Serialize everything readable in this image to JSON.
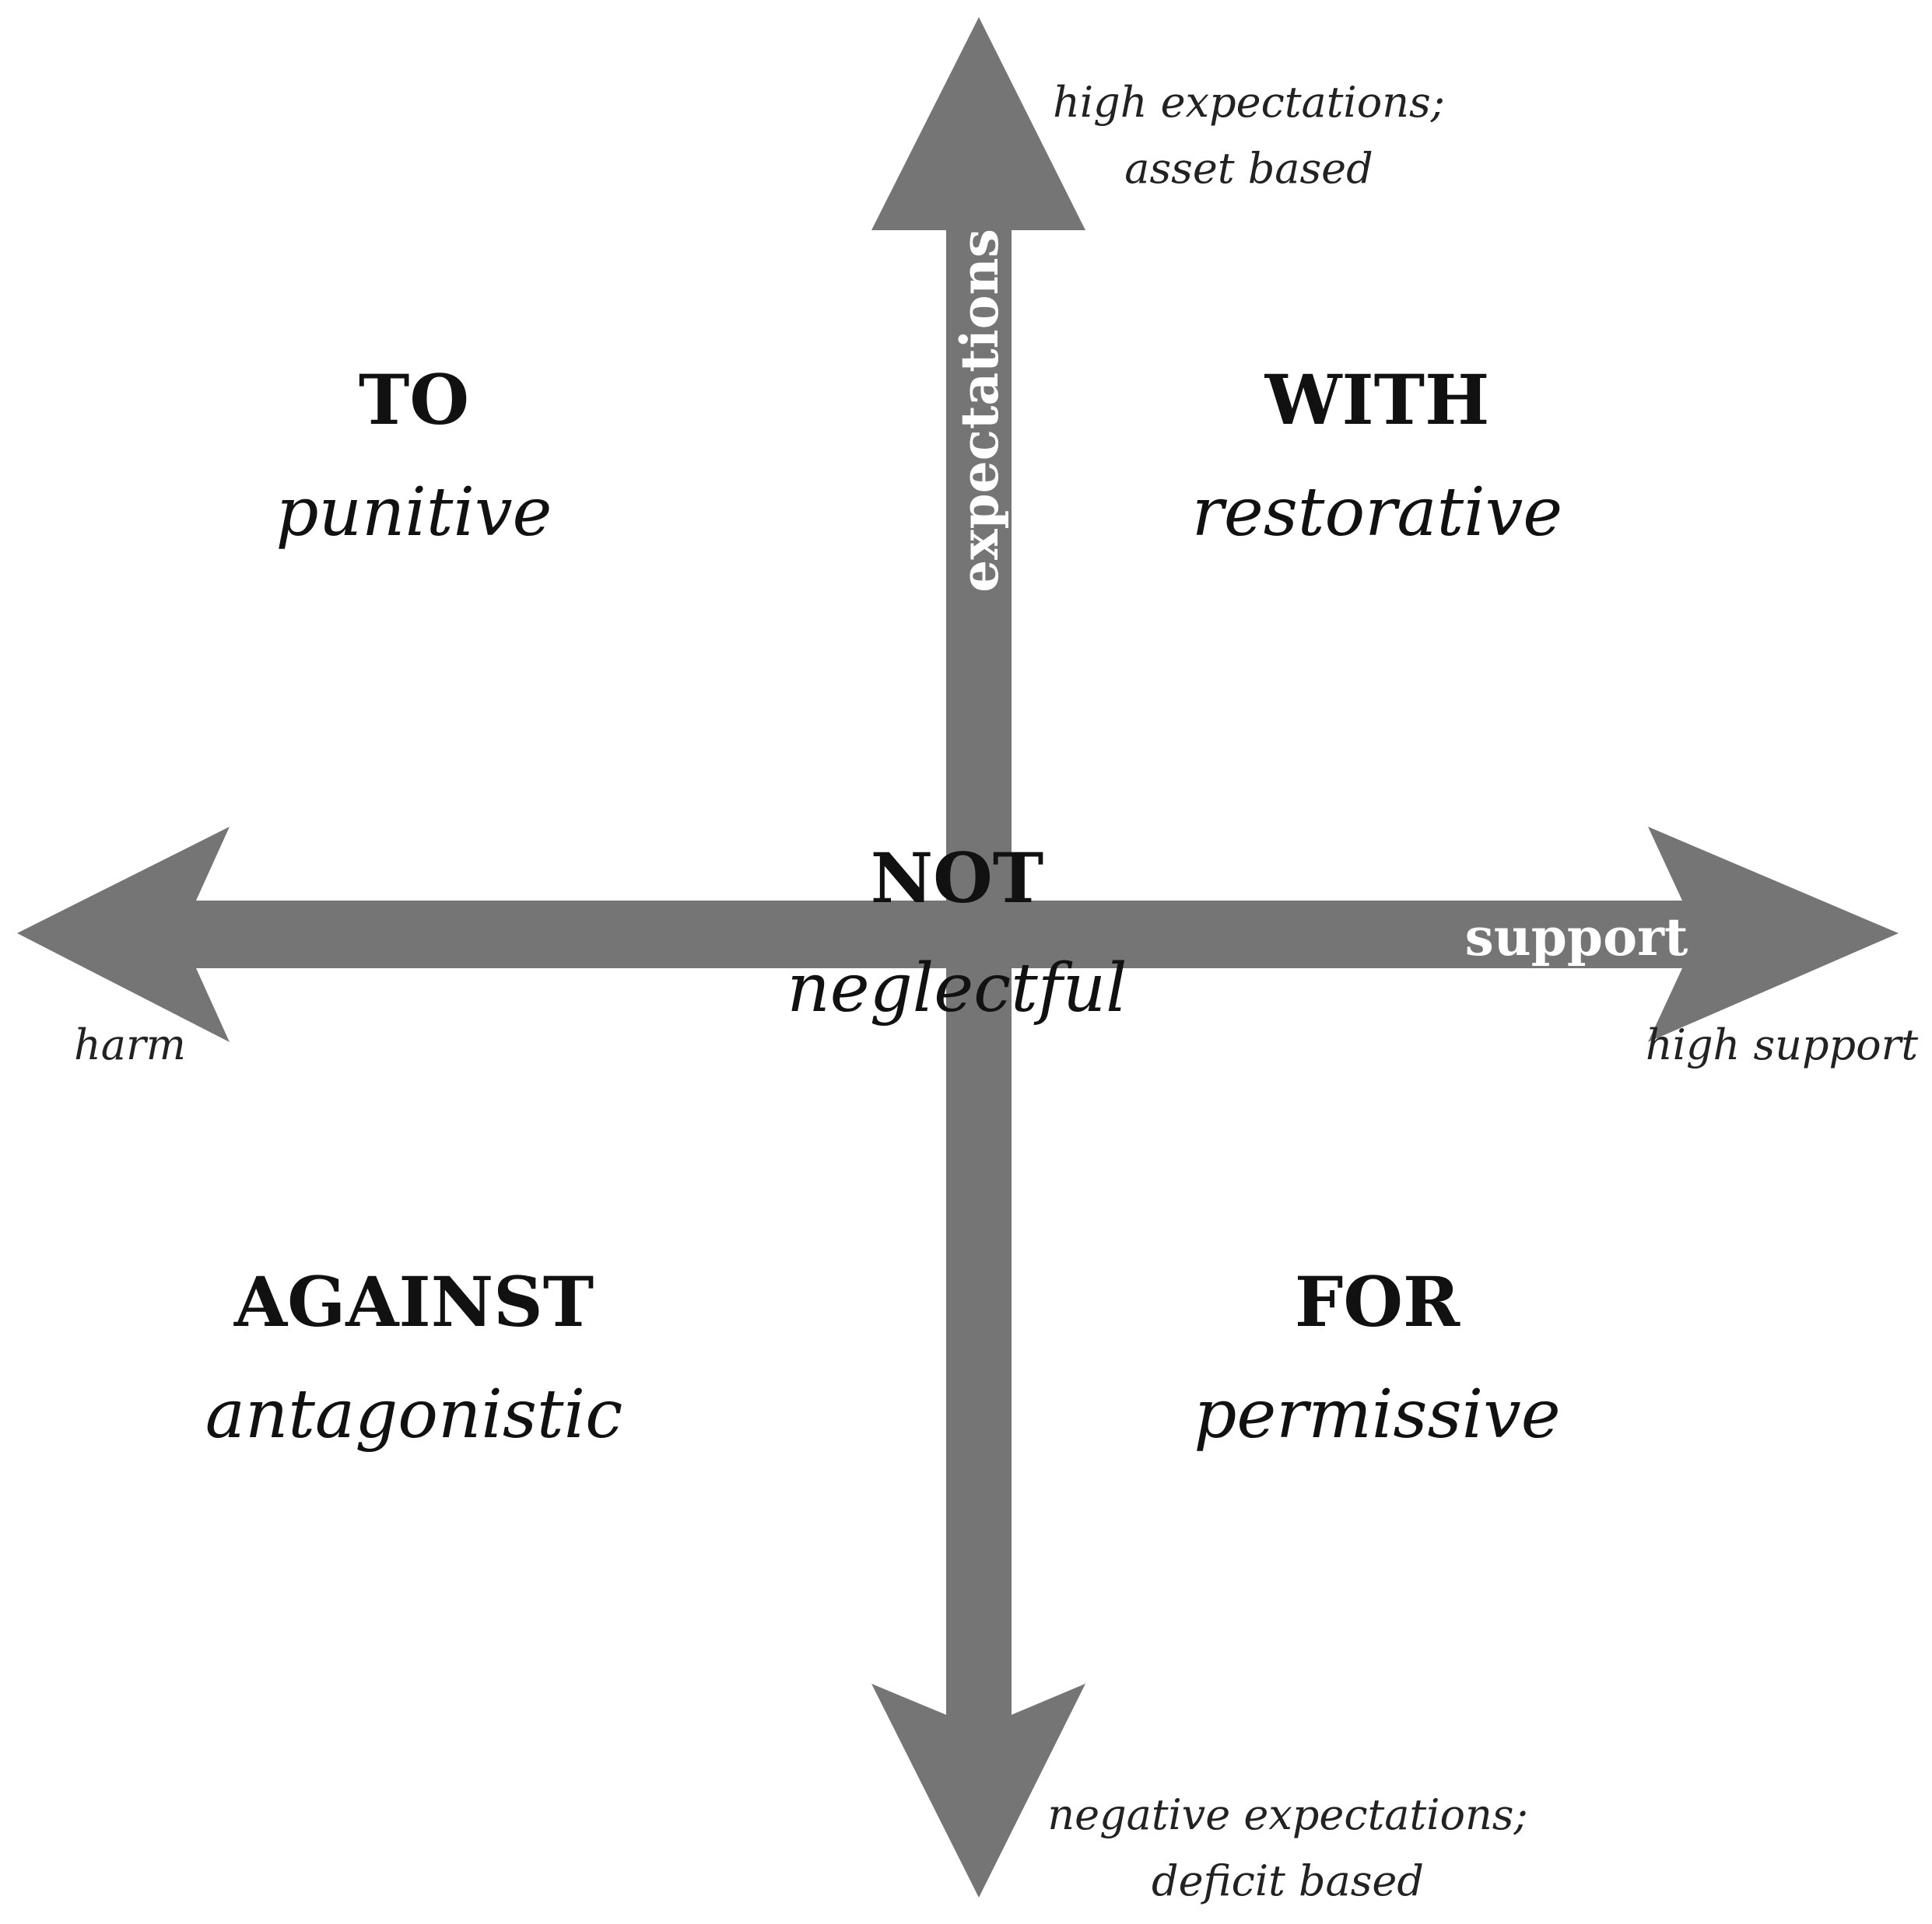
{
  "colors": {
    "arrow": "#757575",
    "text": "#111111",
    "axis_label": "#ffffff",
    "background": "#ffffff"
  },
  "axes": {
    "vertical_label": "expectations",
    "horizontal_label": "support",
    "top_end": [
      "high expectations;",
      "asset based"
    ],
    "bottom_end": [
      "negative expectations;",
      "deficit based"
    ],
    "left_end": "harm",
    "right_end": "high support"
  },
  "quadrants": {
    "top_left": {
      "heading": "TO",
      "sub": "punitive"
    },
    "top_right": {
      "heading": "WITH",
      "sub": "restorative"
    },
    "bottom_left": {
      "heading": "AGAINST",
      "sub": "antagonistic"
    },
    "bottom_right": {
      "heading": "FOR",
      "sub": "permissive"
    },
    "center": {
      "heading": "NOT",
      "sub": "neglectful"
    }
  }
}
